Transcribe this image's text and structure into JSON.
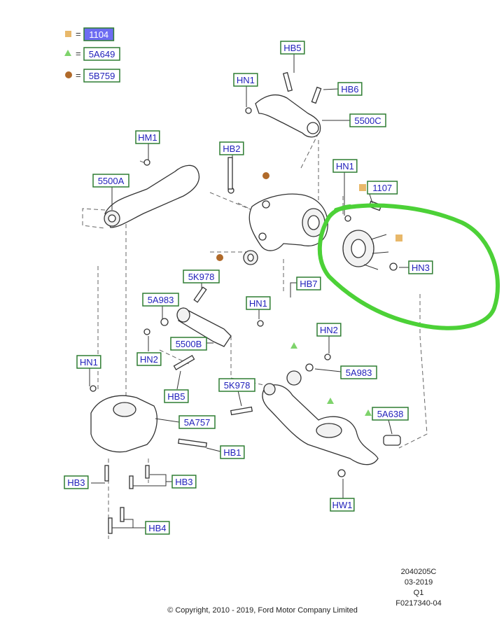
{
  "legend": [
    {
      "symbol": "square-icon",
      "color": "#e8b86a",
      "code": "1104",
      "highlight": true
    },
    {
      "symbol": "triangle-icon",
      "color": "#7ed36b",
      "code": "5A649",
      "highlight": false
    },
    {
      "symbol": "circle-icon",
      "color": "#b06a2a",
      "code": "5B759",
      "highlight": false
    }
  ],
  "legend_eq": "=",
  "labels": {
    "hb5_top": "HB5",
    "hn1_top": "HN1",
    "hb6": "HB6",
    "c5500": "5500C",
    "hm1": "HM1",
    "hb2": "HB2",
    "hn1_hub": "HN1",
    "p1107": "1107",
    "a5500": "5500A",
    "hn3": "HN3",
    "k5978_left": "5K978",
    "hb7": "HB7",
    "a5983_left": "5A983",
    "hn1_mid": "HN1",
    "b5500": "5500B",
    "hn2_left": "HN2",
    "hn2_right": "HN2",
    "hn1_left": "HN1",
    "a5983_right": "5A983",
    "hb5_low": "HB5",
    "k5978_right": "5K978",
    "a5638": "5A638",
    "a5757": "5A757",
    "hb1": "HB1",
    "hb3_left": "HB3",
    "hb3_right": "HB3",
    "hw1": "HW1",
    "hb4": "HB4"
  },
  "label_styles": {
    "box_fill": "#ffffff",
    "box_text": "#2222bb",
    "box_border": "#2e7d32",
    "highlight_fill": "#6d6cf2",
    "highlight_text": "#ffffff"
  },
  "markup": {
    "color": "#4cd137"
  },
  "meta": {
    "code": "2040205C",
    "date": "03-2019",
    "quarter": "Q1",
    "ref": "F0217340-04"
  },
  "copyright": "© Copyright, 2010 - 2019, Ford Motor Company Limited"
}
